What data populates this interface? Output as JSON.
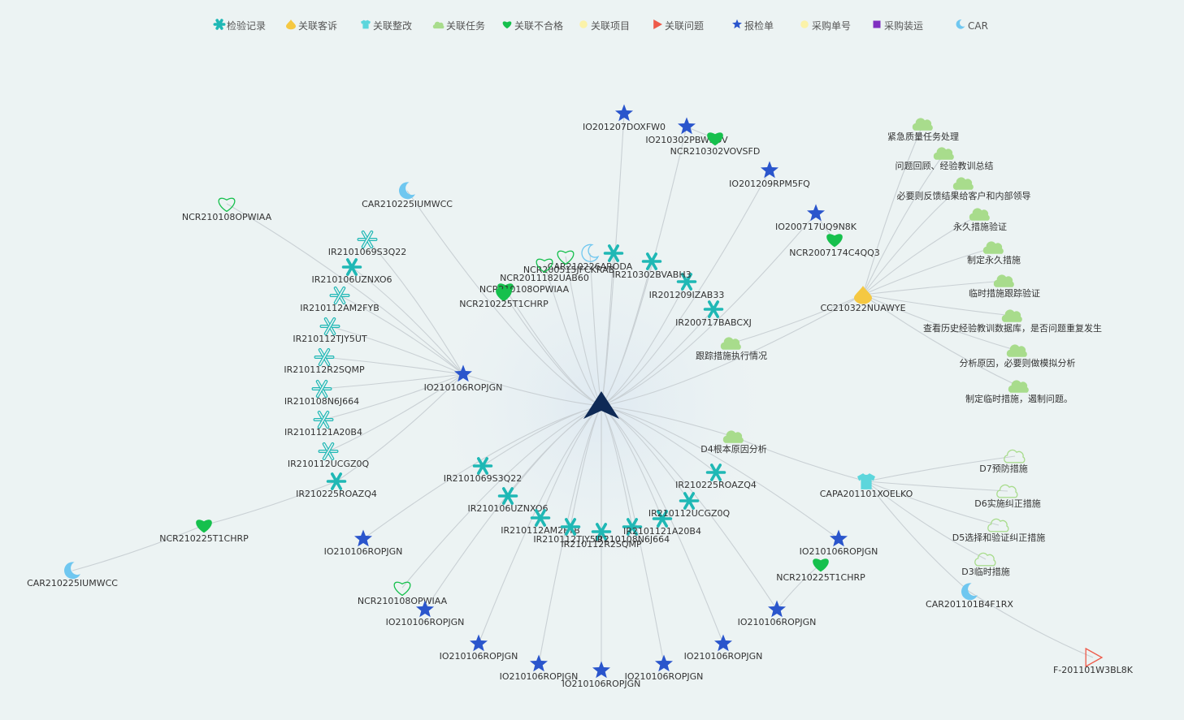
{
  "legend": [
    {
      "label": "检验记录",
      "shape": "asterisk",
      "color": "#1fb8b5"
    },
    {
      "label": "关联客诉",
      "shape": "drop",
      "color": "#f5c842"
    },
    {
      "label": "关联整改",
      "shape": "tshirt",
      "color": "#5cd6dc"
    },
    {
      "label": "关联任务",
      "shape": "cloud",
      "color": "#a8dc8c"
    },
    {
      "label": "关联不合格",
      "shape": "heart",
      "color": "#16c04d"
    },
    {
      "label": "关联项目",
      "shape": "circle",
      "color": "#fbf2a8"
    },
    {
      "label": "关联问题",
      "shape": "triangle",
      "color": "#ee5a4a"
    },
    {
      "label": "报检单",
      "shape": "star",
      "color": "#2a55cc"
    },
    {
      "label": "采购单号",
      "shape": "circle",
      "color": "#e8338f"
    },
    {
      "label": "采购装运",
      "shape": "square",
      "color": "#8030c0"
    },
    {
      "label": "CAR",
      "shape": "moon",
      "color": "#6fc7f0"
    }
  ],
  "center": {
    "id": "c"
  },
  "nodes": [
    {
      "id": "io1",
      "label": "IO201207DOXFW0",
      "type": "star"
    },
    {
      "id": "io2",
      "label": "IO210302PBWSDV",
      "type": "star"
    },
    {
      "id": "ncr1",
      "label": "NCR210302VOVSFD",
      "type": "heart"
    },
    {
      "id": "io3",
      "label": "IO201209RPM5FQ",
      "type": "star"
    },
    {
      "id": "io4",
      "label": "IO200717UQ9N8K",
      "type": "star"
    },
    {
      "id": "ncr2",
      "label": "NCR2007174C4QQ3",
      "type": "heart"
    },
    {
      "id": "cc1",
      "label": "CC210322NUAWYE",
      "type": "drop"
    },
    {
      "id": "t1",
      "label": "紧急质量任务处理",
      "type": "cloud"
    },
    {
      "id": "t2",
      "label": "问题回顾、经验教训总结",
      "type": "cloud"
    },
    {
      "id": "t3",
      "label": "必要则反馈结果给客户和内部领导",
      "type": "cloud"
    },
    {
      "id": "t4",
      "label": "永久措施验证",
      "type": "cloud"
    },
    {
      "id": "t5",
      "label": "制定永久措施",
      "type": "cloud"
    },
    {
      "id": "t6",
      "label": "临时措施跟踪验证",
      "type": "cloud"
    },
    {
      "id": "t7",
      "label": "查看历史经验教训数据库，是否问题重复发生",
      "type": "cloud"
    },
    {
      "id": "t8",
      "label": "分析原因，必要则做模拟分析",
      "type": "cloud"
    },
    {
      "id": "t9",
      "label": "制定临时措施，遏制问题。",
      "type": "cloud"
    },
    {
      "id": "t10",
      "label": "跟踪措施执行情况",
      "type": "cloud"
    },
    {
      "id": "ir1",
      "label": "IR201209IZAB33",
      "type": "asterisk"
    },
    {
      "id": "ir2",
      "label": "IR200717BABCXJ",
      "type": "asterisk"
    },
    {
      "id": "ir3",
      "label": "IR210302BVABH3",
      "type": "asterisk"
    },
    {
      "id": "car1",
      "label": "CAR210226ARODA",
      "type": "moon_out"
    },
    {
      "id": "ir4",
      "label": "",
      "type": "asterisk"
    },
    {
      "id": "ncr3",
      "label": "NCR200515JFCKRAB",
      "type": "heart_out"
    },
    {
      "id": "ncr4",
      "label": "NCR2011182UAB60",
      "type": "heart_out"
    },
    {
      "id": "ncr5",
      "label": "NCR210108OPWIAA",
      "type": "heart"
    },
    {
      "id": "ncr6",
      "label": "NCR210225T1CHRP",
      "type": "heart"
    },
    {
      "id": "car2",
      "label": "CAR210225IUMWCC",
      "type": "moon"
    },
    {
      "id": "ncr7",
      "label": "NCR210108OPWIAA",
      "type": "heart_out"
    },
    {
      "id": "io5",
      "label": "IO210106ROPJGN",
      "type": "star"
    },
    {
      "id": "ir5",
      "label": "IR2101069S3Q22",
      "type": "asterisk_out"
    },
    {
      "id": "ir6",
      "label": "IR210106UZNXO6",
      "type": "asterisk"
    },
    {
      "id": "ir7",
      "label": "IR210112AM2FYB",
      "type": "asterisk_out"
    },
    {
      "id": "ir8",
      "label": "IR210112TJY5UT",
      "type": "asterisk_out"
    },
    {
      "id": "ir9",
      "label": "IR210112R2SQMP",
      "type": "asterisk_out"
    },
    {
      "id": "ir10",
      "label": "IR210108N6J664",
      "type": "asterisk_out"
    },
    {
      "id": "ir11",
      "label": "IR2101121A20B4",
      "type": "asterisk_out"
    },
    {
      "id": "ir12",
      "label": "IR210112UCGZ0Q",
      "type": "asterisk_out"
    },
    {
      "id": "ir13",
      "label": "IR210225ROAZQ4",
      "type": "asterisk"
    },
    {
      "id": "ncr8",
      "label": "NCR210225T1CHRP",
      "type": "heart"
    },
    {
      "id": "car3",
      "label": "CAR210225IUMWCC",
      "type": "moon"
    },
    {
      "id": "io6",
      "label": "IO210106ROPJGN",
      "type": "star"
    },
    {
      "id": "ir14",
      "label": "IR2101069S3Q22",
      "type": "asterisk"
    },
    {
      "id": "ir15",
      "label": "IR210106UZNXO6",
      "type": "asterisk"
    },
    {
      "id": "ir16",
      "label": "IR210112AM2FYB",
      "type": "asterisk"
    },
    {
      "id": "ir17",
      "label": "IR210112TJY5UT",
      "type": "asterisk"
    },
    {
      "id": "ir18",
      "label": "IR210112R2SQMP",
      "type": "asterisk"
    },
    {
      "id": "ir19",
      "label": "IR210108N6J664",
      "type": "asterisk"
    },
    {
      "id": "ir20",
      "label": "IR2101121A20B4",
      "type": "asterisk"
    },
    {
      "id": "ir21",
      "label": "IR210112UCGZ0Q",
      "type": "asterisk"
    },
    {
      "id": "ir22",
      "label": "IR210225ROAZQ4",
      "type": "asterisk"
    },
    {
      "id": "ncr9",
      "label": "NCR210108OPWIAA",
      "type": "heart_out"
    },
    {
      "id": "io7",
      "label": "IO210106ROPJGN",
      "type": "star"
    },
    {
      "id": "io8",
      "label": "IO210106ROPJGN",
      "type": "star"
    },
    {
      "id": "io9",
      "label": "IO210106ROPJGN",
      "type": "star"
    },
    {
      "id": "io10",
      "label": "IO210106ROPJGN",
      "type": "star"
    },
    {
      "id": "io11",
      "label": "IO210106ROPJGN",
      "type": "star"
    },
    {
      "id": "io12",
      "label": "IO210106ROPJGN",
      "type": "star"
    },
    {
      "id": "io13",
      "label": "IO210106ROPJGN",
      "type": "star"
    },
    {
      "id": "io14",
      "label": "IO210106ROPJGN",
      "type": "star"
    },
    {
      "id": "ncr10",
      "label": "NCR210225T1CHRP",
      "type": "heart"
    },
    {
      "id": "t11",
      "label": "D4根本原因分析",
      "type": "cloud"
    },
    {
      "id": "capa1",
      "label": "CAPA201101XOELKO",
      "type": "tshirt"
    },
    {
      "id": "t12",
      "label": "D7预防措施",
      "type": "cloud_out"
    },
    {
      "id": "t13",
      "label": "D6实施纠正措施",
      "type": "cloud_out"
    },
    {
      "id": "t14",
      "label": "D5选择和验证纠正措施",
      "type": "cloud_out"
    },
    {
      "id": "t15",
      "label": "D3临时措施",
      "type": "cloud_out"
    },
    {
      "id": "car4",
      "label": "CAR201101B4F1RX",
      "type": "moon"
    },
    {
      "id": "f1",
      "label": "F-201101W3BL8K",
      "type": "triangle_out"
    }
  ],
  "links": [
    [
      "c",
      "io1"
    ],
    [
      "c",
      "io2"
    ],
    [
      "io2",
      "ncr1"
    ],
    [
      "c",
      "io3"
    ],
    [
      "c",
      "io4"
    ],
    [
      "io4",
      "ncr2"
    ],
    [
      "c",
      "cc1"
    ],
    [
      "cc1",
      "t1"
    ],
    [
      "cc1",
      "t2"
    ],
    [
      "cc1",
      "t3"
    ],
    [
      "cc1",
      "t4"
    ],
    [
      "cc1",
      "t5"
    ],
    [
      "cc1",
      "t6"
    ],
    [
      "cc1",
      "t7"
    ],
    [
      "cc1",
      "t8"
    ],
    [
      "cc1",
      "t9"
    ],
    [
      "cc1",
      "t10"
    ],
    [
      "c",
      "ir1"
    ],
    [
      "c",
      "ir2"
    ],
    [
      "c",
      "ir3"
    ],
    [
      "c",
      "car1"
    ],
    [
      "c",
      "ir4"
    ],
    [
      "c",
      "ncr3"
    ],
    [
      "c",
      "ncr4"
    ],
    [
      "c",
      "ncr5"
    ],
    [
      "c",
      "ncr6"
    ],
    [
      "c",
      "car2"
    ],
    [
      "c",
      "io5"
    ],
    [
      "io5",
      "ncr7"
    ],
    [
      "io5",
      "ir5"
    ],
    [
      "io5",
      "ir6"
    ],
    [
      "io5",
      "ir7"
    ],
    [
      "io5",
      "ir8"
    ],
    [
      "io5",
      "ir9"
    ],
    [
      "io5",
      "ir10"
    ],
    [
      "io5",
      "ir11"
    ],
    [
      "io5",
      "ir12"
    ],
    [
      "io5",
      "ir13"
    ],
    [
      "ir13",
      "ncr8"
    ],
    [
      "ncr8",
      "car3"
    ],
    [
      "c",
      "io6"
    ],
    [
      "c",
      "ir14"
    ],
    [
      "c",
      "ir15"
    ],
    [
      "c",
      "ir16"
    ],
    [
      "c",
      "ir17"
    ],
    [
      "c",
      "ir18"
    ],
    [
      "c",
      "ir19"
    ],
    [
      "c",
      "ir20"
    ],
    [
      "c",
      "ir21"
    ],
    [
      "c",
      "ir22"
    ],
    [
      "c",
      "ncr9"
    ],
    [
      "c",
      "io7"
    ],
    [
      "c",
      "io8"
    ],
    [
      "c",
      "io9"
    ],
    [
      "c",
      "io10"
    ],
    [
      "c",
      "io11"
    ],
    [
      "c",
      "io12"
    ],
    [
      "c",
      "io13"
    ],
    [
      "c",
      "io14"
    ],
    [
      "io13",
      "ncr10"
    ],
    [
      "c",
      "t11"
    ],
    [
      "t11",
      "capa1"
    ],
    [
      "capa1",
      "t12"
    ],
    [
      "capa1",
      "t13"
    ],
    [
      "capa1",
      "t14"
    ],
    [
      "capa1",
      "t15"
    ],
    [
      "capa1",
      "car4"
    ],
    [
      "car4",
      "f1"
    ]
  ]
}
